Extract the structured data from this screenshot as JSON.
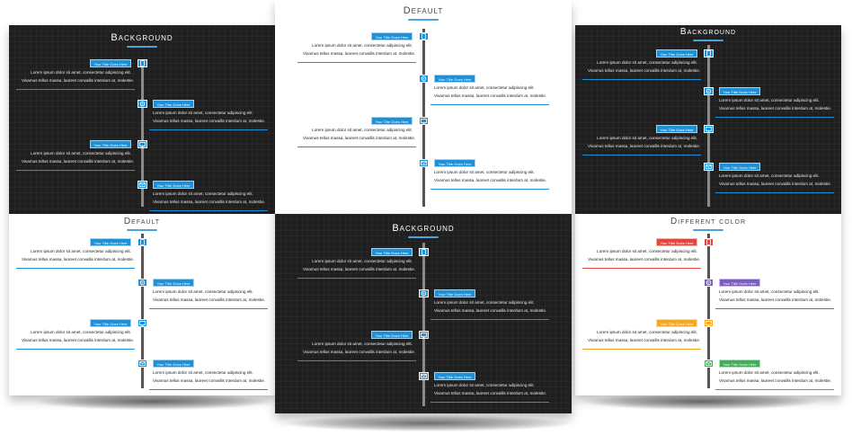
{
  "text": {
    "title_tag": "Your Title Goes Here",
    "line1": "Lorem ipsum dolor sit amet, consectetur adipiscing elit.",
    "line2": "Vivamus tellus massa, laoreet convallis interdum at, molestie."
  },
  "panels": [
    {
      "id": "background-top-left",
      "title": "Background",
      "theme": "dark",
      "items": [
        {
          "side": "left",
          "icon": "phone-icon",
          "accent": "#1e90d8"
        },
        {
          "side": "right",
          "icon": "gear-icon",
          "accent": "#1e90d8"
        },
        {
          "side": "left",
          "icon": "monitor-icon",
          "accent": "#1e90d8"
        },
        {
          "side": "right",
          "icon": "mail-icon",
          "accent": "#1e90d8"
        }
      ]
    },
    {
      "id": "default-top-center",
      "title": "Default",
      "theme": "light",
      "items": [
        {
          "side": "left",
          "icon": "phone-icon",
          "accent": "#1e90d8"
        },
        {
          "side": "right",
          "icon": "gear-icon",
          "accent": "#1e90d8"
        },
        {
          "side": "left",
          "icon": "monitor-icon",
          "accent": "#1e90d8"
        },
        {
          "side": "right",
          "icon": "mail-icon",
          "accent": "#1e90d8"
        }
      ]
    },
    {
      "id": "background-top-right",
      "title": "Background",
      "theme": "dark",
      "items": [
        {
          "side": "left",
          "icon": "phone-icon",
          "accent": "#1e90d8"
        },
        {
          "side": "right",
          "icon": "gear-icon",
          "accent": "#1e90d8"
        },
        {
          "side": "left",
          "icon": "monitor-icon",
          "accent": "#1e90d8"
        },
        {
          "side": "right",
          "icon": "mail-icon",
          "accent": "#1e90d8"
        }
      ]
    },
    {
      "id": "default-bottom-left",
      "title": "Default",
      "theme": "light",
      "items": [
        {
          "side": "left",
          "icon": "phone-icon",
          "accent": "#1e90d8"
        },
        {
          "side": "right",
          "icon": "gear-icon",
          "accent": "#1e90d8"
        },
        {
          "side": "left",
          "icon": "monitor-icon",
          "accent": "#1e90d8"
        },
        {
          "side": "right",
          "icon": "mail-icon",
          "accent": "#1e90d8"
        }
      ]
    },
    {
      "id": "background-bottom-center",
      "title": "Background",
      "theme": "dark",
      "items": [
        {
          "side": "left",
          "icon": "phone-icon",
          "accent": "#1e90d8"
        },
        {
          "side": "right",
          "icon": "gear-icon",
          "accent": "#1e90d8"
        },
        {
          "side": "left",
          "icon": "monitor-icon",
          "accent": "#1e90d8"
        },
        {
          "side": "right",
          "icon": "mail-icon",
          "accent": "#1e90d8"
        }
      ]
    },
    {
      "id": "different-color-bottom-right",
      "title": "Different color",
      "theme": "light",
      "items": [
        {
          "side": "left",
          "icon": "phone-icon",
          "accent": "#e2463f"
        },
        {
          "side": "right",
          "icon": "gear-icon",
          "accent": "#7b5bc4"
        },
        {
          "side": "left",
          "icon": "monitor-icon",
          "accent": "#f5a623"
        },
        {
          "side": "right",
          "icon": "mail-icon",
          "accent": "#3fae5a"
        }
      ]
    }
  ]
}
